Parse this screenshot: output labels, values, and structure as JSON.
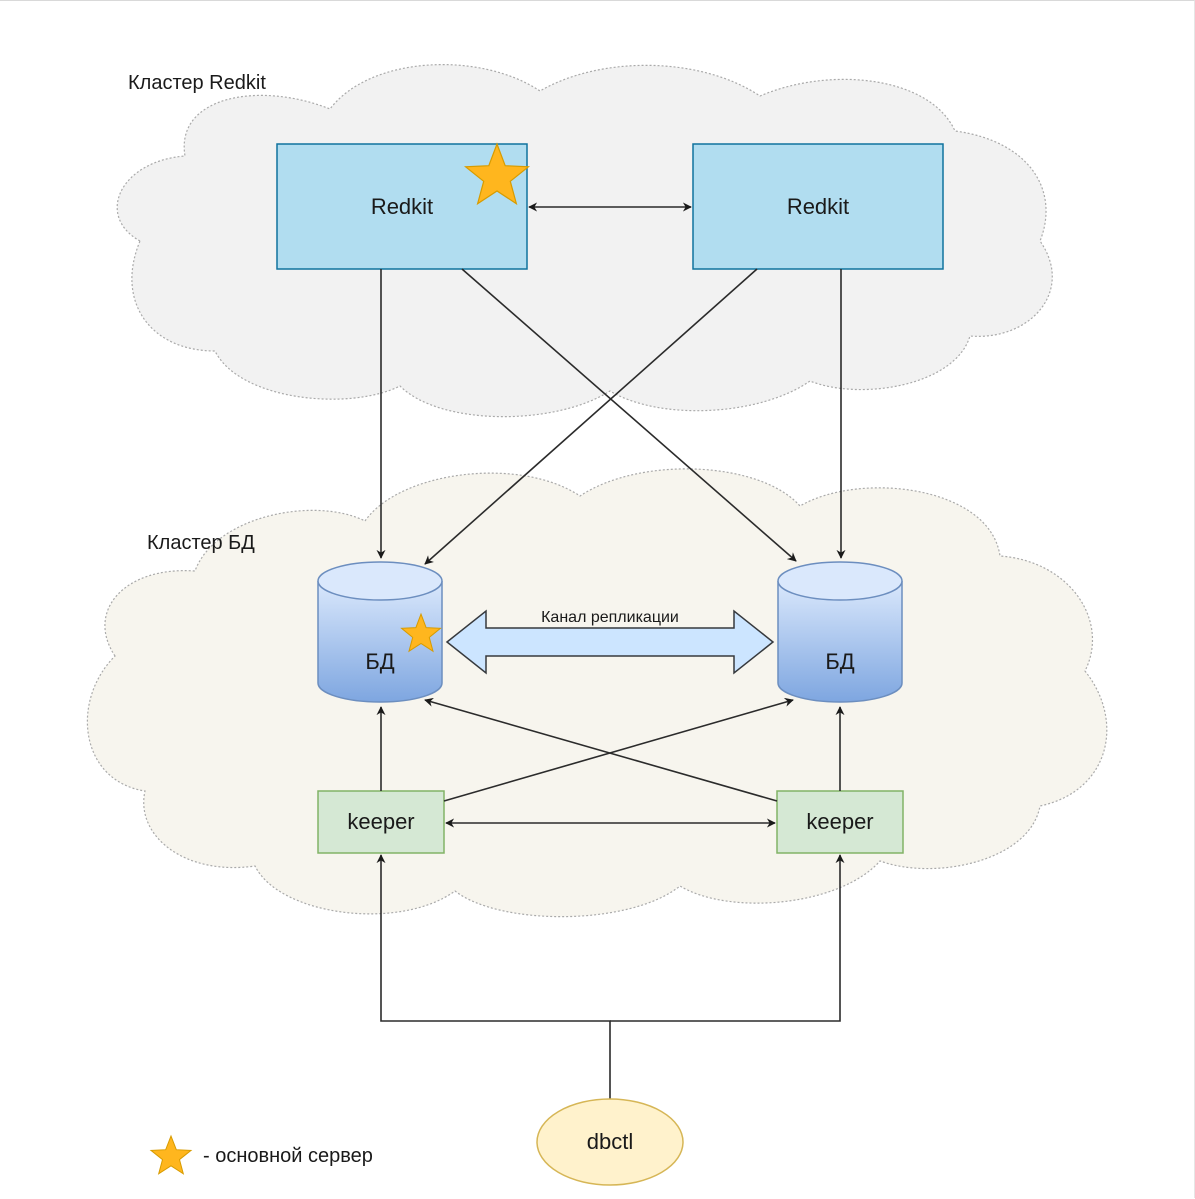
{
  "clusters": {
    "redkit": {
      "label": "Кластер Redkit"
    },
    "db": {
      "label": "Кластер БД"
    }
  },
  "nodes": {
    "redkit_primary": {
      "label": "Redkit",
      "primary": true
    },
    "redkit_secondary": {
      "label": "Redkit",
      "primary": false
    },
    "db_primary": {
      "label": "БД",
      "primary": true
    },
    "db_secondary": {
      "label": "БД",
      "primary": false
    },
    "keeper_left": {
      "label": "keeper"
    },
    "keeper_right": {
      "label": "keeper"
    },
    "dbctl": {
      "label": "dbctl"
    }
  },
  "replication": {
    "label": "Канал репликации"
  },
  "legend": {
    "text": "- основной сервер",
    "icon": "star-icon"
  },
  "colors": {
    "redkit_fill": "#b1ddf0",
    "redkit_stroke": "#10739e",
    "keeper_fill": "#d5e8d4",
    "keeper_stroke": "#82b366",
    "dbctl_fill": "#fff2cc",
    "dbctl_stroke": "#d6b656",
    "star_fill": "#ffb61e",
    "star_stroke": "#d79b00",
    "cylinder_top": "#dae8fc",
    "cylinder_bottom": "#7ea6e0",
    "cylinder_stroke": "#6c8ebf",
    "cloud_redkit": "#f2f2f2",
    "cloud_db": "#f7f5ee",
    "replication_fill": "#cce5ff"
  }
}
